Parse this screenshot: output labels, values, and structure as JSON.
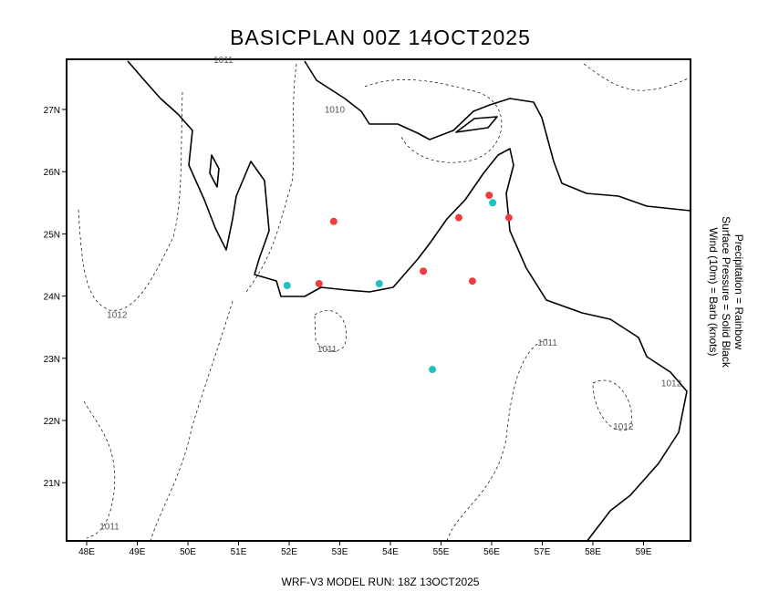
{
  "title": "BASICPLAN 00Z 14OCT2025",
  "footer": "WRF-V3 MODEL RUN: 18Z 13OCT2025",
  "legend": [
    "Precipitation = Rainbow",
    "Surface Pressure = Solid Black",
    "Wind (10m) = Barb (knots)"
  ],
  "map": {
    "lon_range": [
      47.6,
      59.9
    ],
    "lat_range": [
      20.1,
      27.8
    ],
    "lon_ticks": [
      "48E",
      "49E",
      "50E",
      "51E",
      "52E",
      "53E",
      "54E",
      "55E",
      "56E",
      "57E",
      "58E",
      "59E"
    ],
    "lat_ticks": [
      "21N",
      "22N",
      "23N",
      "24N",
      "25N",
      "26N",
      "27N"
    ],
    "contour_labels": [
      {
        "text": "1011",
        "lon": 50.7,
        "lat": 27.75
      },
      {
        "text": "1010",
        "lon": 52.9,
        "lat": 26.95
      },
      {
        "text": "1012",
        "lon": 48.6,
        "lat": 23.65
      },
      {
        "text": "1011",
        "lon": 52.75,
        "lat": 23.1
      },
      {
        "text": "1011",
        "lon": 57.1,
        "lat": 23.2
      },
      {
        "text": "1012",
        "lon": 59.55,
        "lat": 22.55
      },
      {
        "text": "1012",
        "lon": 58.6,
        "lat": 21.85
      },
      {
        "text": "1011",
        "lon": 48.45,
        "lat": 20.25
      }
    ],
    "colors": {
      "red": "#f03c3c",
      "cyan": "#1ec2c2"
    },
    "stations": [
      {
        "lon": 52.88,
        "lat": 25.2,
        "color": "red"
      },
      {
        "lon": 52.59,
        "lat": 24.2,
        "color": "red"
      },
      {
        "lon": 54.65,
        "lat": 24.4,
        "color": "red"
      },
      {
        "lon": 55.35,
        "lat": 25.26,
        "color": "red"
      },
      {
        "lon": 55.95,
        "lat": 25.62,
        "color": "red"
      },
      {
        "lon": 56.34,
        "lat": 25.26,
        "color": "red"
      },
      {
        "lon": 55.62,
        "lat": 24.24,
        "color": "red"
      },
      {
        "lon": 51.96,
        "lat": 24.17,
        "color": "cyan"
      },
      {
        "lon": 53.78,
        "lat": 24.2,
        "color": "cyan"
      },
      {
        "lon": 56.02,
        "lat": 25.5,
        "color": "cyan"
      },
      {
        "lon": 54.83,
        "lat": 22.82,
        "color": "cyan"
      }
    ]
  }
}
